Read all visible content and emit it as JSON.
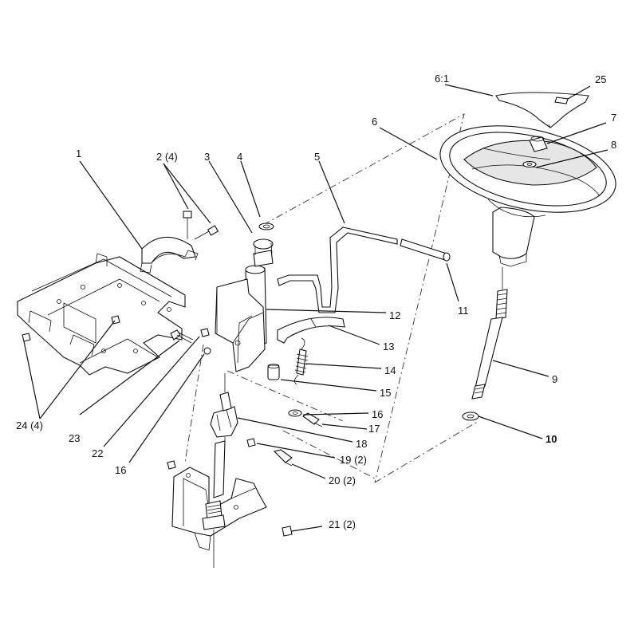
{
  "callouts": [
    {
      "id": "c1",
      "text": "1"
    },
    {
      "id": "c2",
      "text": "2 (4)"
    },
    {
      "id": "c3",
      "text": "3"
    },
    {
      "id": "c4",
      "text": "4"
    },
    {
      "id": "c5",
      "text": "5"
    },
    {
      "id": "c6",
      "text": "6"
    },
    {
      "id": "c61",
      "text": "6:1"
    },
    {
      "id": "c25",
      "text": "25"
    },
    {
      "id": "c7",
      "text": "7"
    },
    {
      "id": "c8",
      "text": "8"
    },
    {
      "id": "c9",
      "text": "9"
    },
    {
      "id": "c10",
      "text": "10"
    },
    {
      "id": "c11",
      "text": "11"
    },
    {
      "id": "c12",
      "text": "12"
    },
    {
      "id": "c13",
      "text": "13"
    },
    {
      "id": "c14",
      "text": "14"
    },
    {
      "id": "c15",
      "text": "15"
    },
    {
      "id": "c16a",
      "text": "16"
    },
    {
      "id": "c16b",
      "text": "16"
    },
    {
      "id": "c17",
      "text": "17"
    },
    {
      "id": "c18",
      "text": "18"
    },
    {
      "id": "c19",
      "text": "19 (2)"
    },
    {
      "id": "c20",
      "text": "20 (2)"
    },
    {
      "id": "c21",
      "text": "21 (2)"
    },
    {
      "id": "c22",
      "text": "22"
    },
    {
      "id": "c23",
      "text": "23"
    },
    {
      "id": "c24",
      "text": "24 (4)"
    }
  ]
}
